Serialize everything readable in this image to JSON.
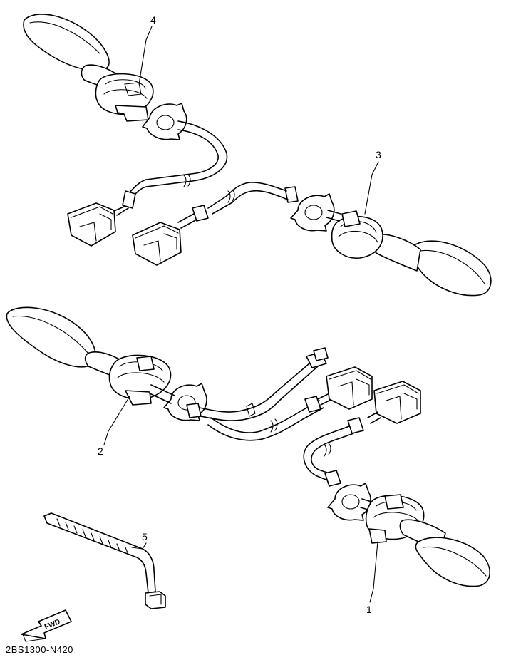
{
  "callouts": {
    "c1": "1",
    "c2": "2",
    "c3": "3",
    "c4": "4",
    "c5": "5"
  },
  "fwd_label": "FWD",
  "part_number": "2BS1300-N420"
}
